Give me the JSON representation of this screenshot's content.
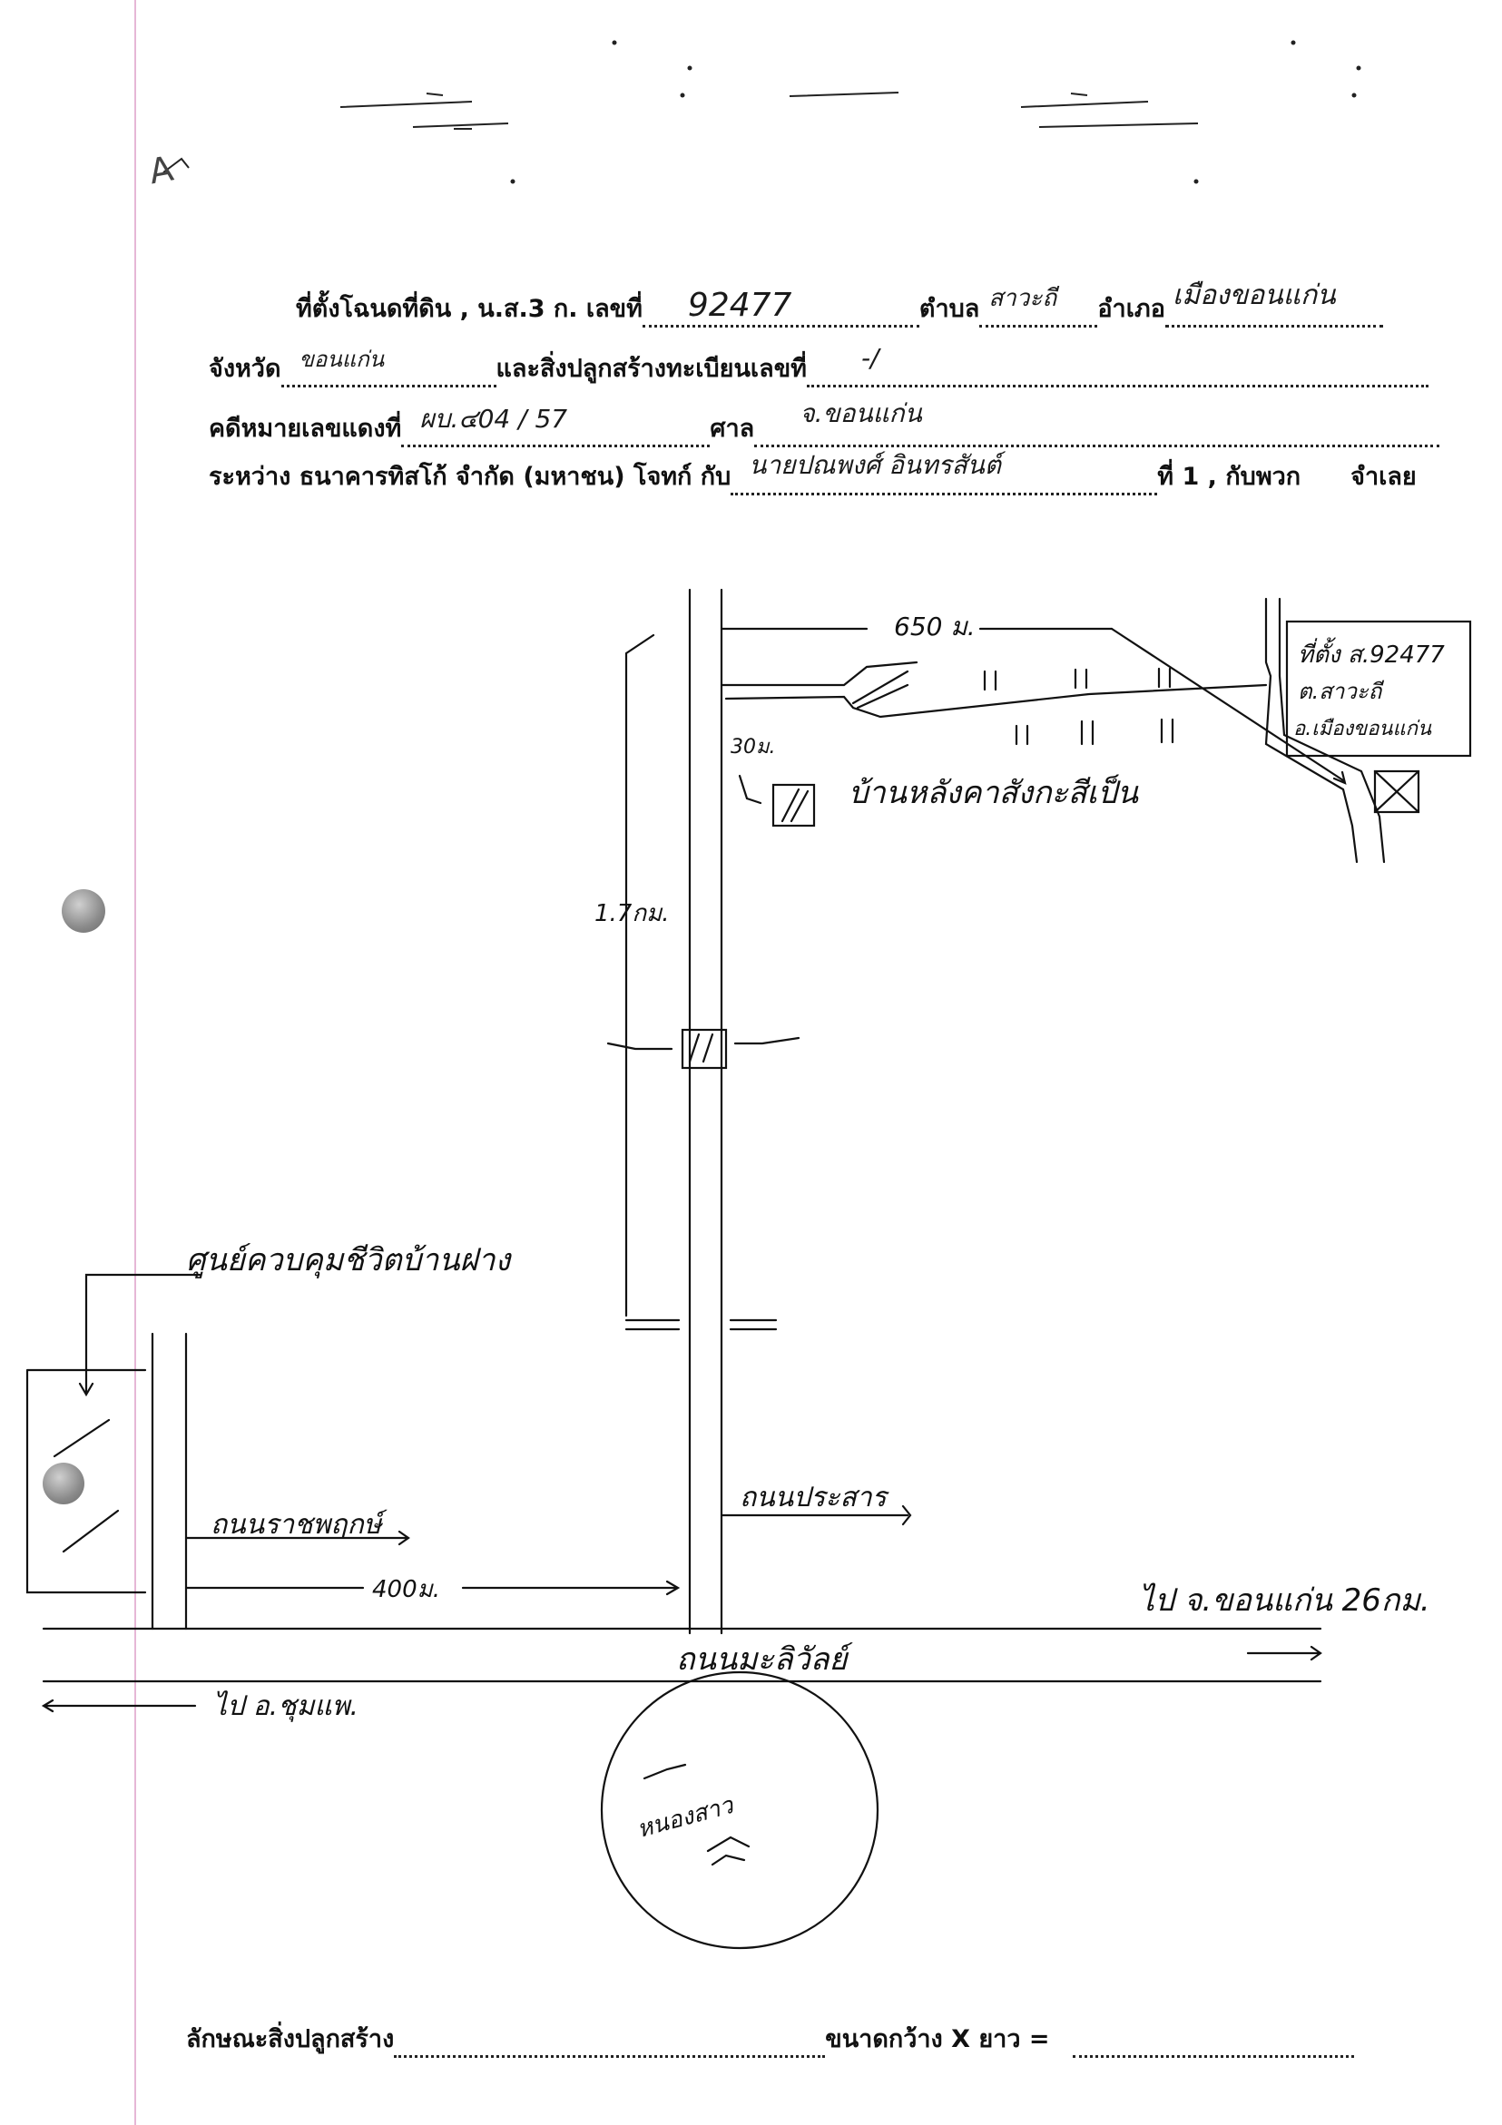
{
  "header": {
    "line1": {
      "label_location": "ที่ตั้งโฉนดที่ดิน , น.ส.3 ก. เลขที่",
      "deed_number": "92477",
      "label_subdistrict": "ตำบล",
      "subdistrict": "สาวะถี",
      "label_district": "อำเภอ",
      "district": "เมืองขอนแก่น"
    },
    "line2": {
      "label_province": "จังหวัด",
      "province": "ขอนแก่น",
      "label_building_reg": "และสิ่งปลูกสร้างทะเบียนเลขที่",
      "building_reg": "-/"
    },
    "line3": {
      "label_case": "คดีหมายเลขแดงที่",
      "case_number": "ผบ.๔04 / 57",
      "label_court": "ศาล",
      "court": "จ.ขอนแก่น"
    },
    "line4": {
      "label_between": "ระหว่าง ธนาคารทิสโก้ จำกัด (มหาชน) โจทก์ กับ",
      "defendant": "นายปณพงศ์ อินทรสันต์",
      "label_tail": "ที่ 1 , กับพวก",
      "label_end": "จำเลย"
    }
  },
  "map": {
    "dist_top": "650 ม.",
    "dist_30": "30ม.",
    "dist_vertical": "1.7กม.",
    "house_label": "บ้านหลังคาสังกะสีเป็น",
    "target_box": [
      "ที่ตั้ง ส.92477",
      "ต.สาวะถี",
      "อ.เมืองขอนแก่น"
    ],
    "center_label": "ศูนย์ควบคุมชีวิตบ้านฝาง",
    "road_ratchaphruek": "ถนนราชพฤกษ์",
    "dist_400": "400ม.",
    "road_prachasamoson": "ถนนประสาร",
    "to_khonkaen": "ไป จ.ขอนแก่น 26กม.",
    "road_mali": "ถนนมะลิวัลย์",
    "to_chumphae": "ไป อ.ชุมแพ.",
    "stamp_text": "หนองสาว"
  },
  "footer": {
    "label_building_type": "ลักษณะสิ่งปลูกสร้าง",
    "label_size": "ขนาดกว้าง X ยาว =",
    "page_mark": "A"
  }
}
